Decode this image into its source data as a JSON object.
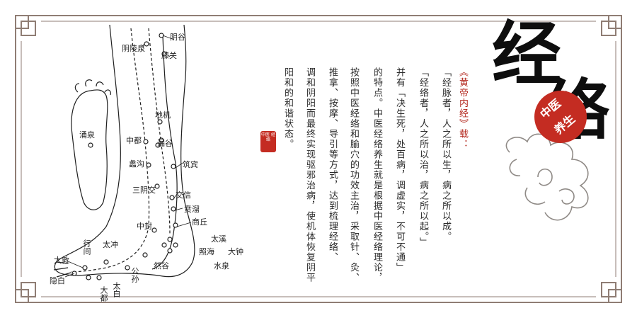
{
  "calligraphy": {
    "char1": "经",
    "char2": "络"
  },
  "seal_text": {
    "line1": "中医",
    "line2": "养生"
  },
  "stamp_text": "中医 经络",
  "text_columns": [
    {
      "text": "《黄帝内经》载：",
      "color": "#b3271d"
    },
    {
      "text": "「经脉者，人之所以生，病之所以成。",
      "color": "#2a2a2a"
    },
    {
      "text": "「经络者，人之所以治，病之所以起。」",
      "color": "#2a2a2a"
    },
    {
      "text": "并有「决生死，处百病，调虚实，不可不通」",
      "color": "#2a2a2a"
    },
    {
      "text": "的特点。中医经络养生就是根据中医经络理论，",
      "color": "#2a2a2a"
    },
    {
      "text": "按照中医经络和腧穴的功效主治，采取针、灸、",
      "color": "#2a2a2a"
    },
    {
      "text": "推拿、按摩、导引等方式，达到梳理经络、",
      "color": "#2a2a2a"
    },
    {
      "text": "调和阴阳而最终实现驱邪治病，使机体恢复阴平",
      "color": "#2a2a2a"
    },
    {
      "text": "阳和的和谐状态。",
      "color": "#2a2a2a"
    }
  ],
  "acupoints": [
    "阴谷",
    "阴陵泉",
    "膝关",
    "地机",
    "中都",
    "漏谷",
    "蠡沟",
    "筑宾",
    "三阴交",
    "交信",
    "贲溜",
    "商丘",
    "涌泉",
    "中封",
    "太溪",
    "行间",
    "太冲",
    "照海",
    "大钟",
    "大敦",
    "水泉",
    "然谷",
    "公孙",
    "隐白",
    "太白",
    "大都"
  ],
  "colors": {
    "frame": "#8f7d74",
    "accent_red": "#c42c22",
    "ink": "#0e0e0e"
  }
}
